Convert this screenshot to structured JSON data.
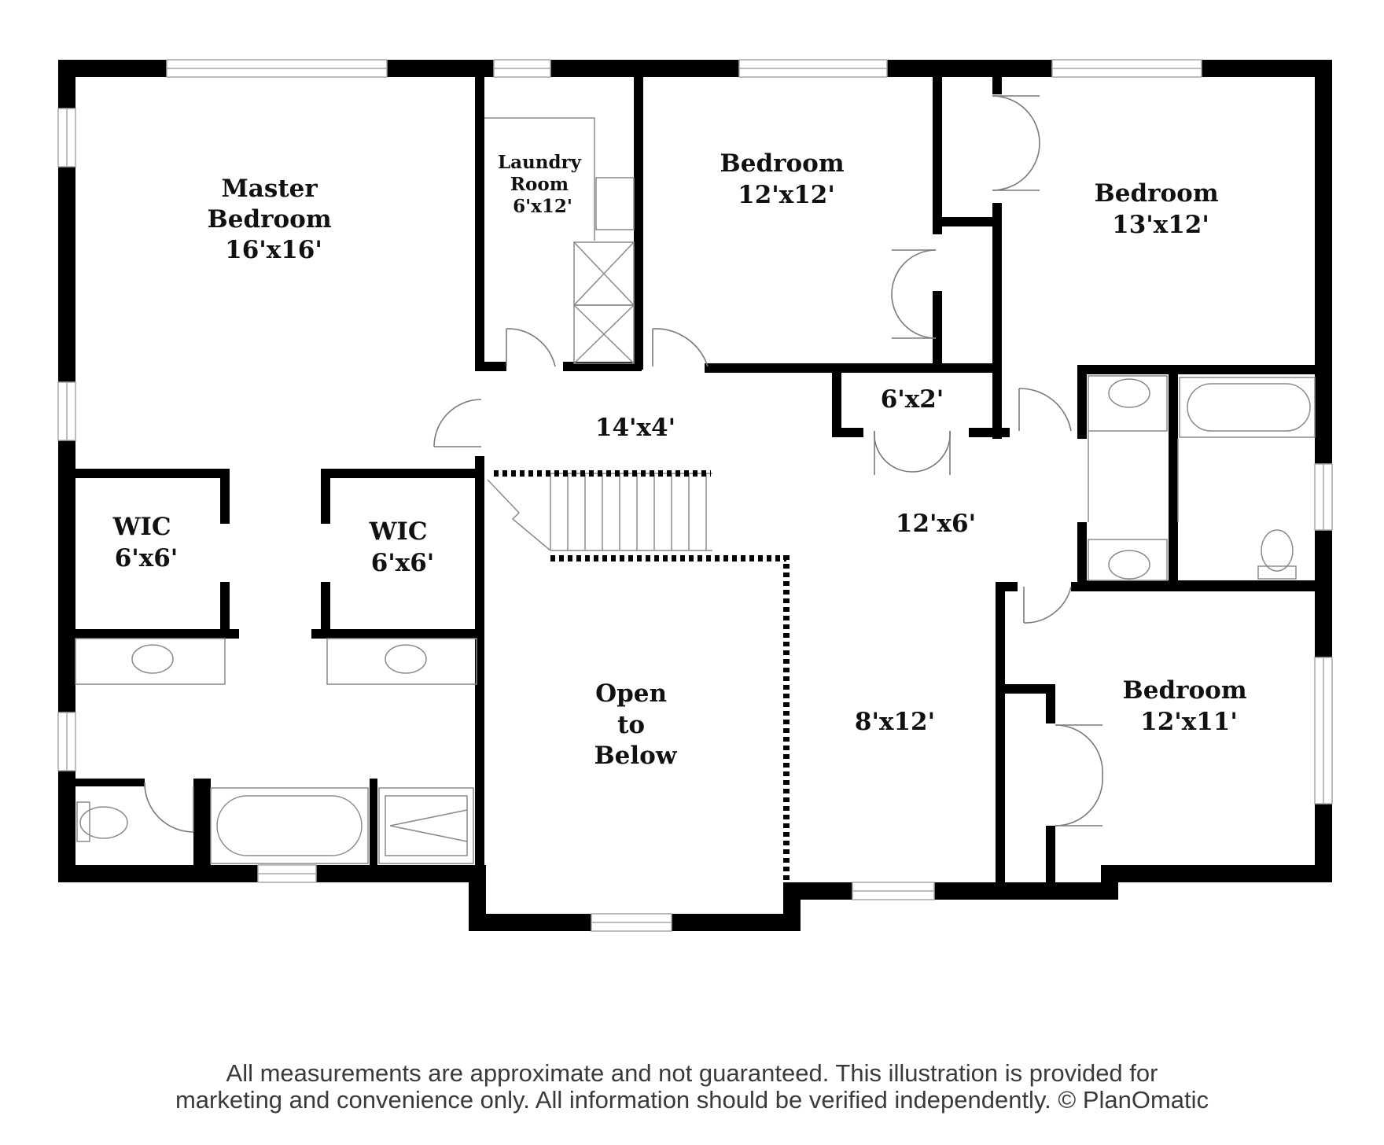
{
  "rooms": {
    "master_bedroom": [
      "Master",
      "Bedroom",
      "16'x16'"
    ],
    "laundry_room": [
      "Laundry",
      "Room",
      "6'x12'"
    ],
    "bedroom_2": [
      "Bedroom",
      "12'x12'"
    ],
    "bedroom_3": [
      "Bedroom",
      "13'x12'"
    ],
    "bedroom_4": [
      "Bedroom",
      "12'x11'"
    ],
    "wic_left": [
      "WIC",
      "6'x6'"
    ],
    "wic_right": [
      "WIC",
      "6'x6'"
    ],
    "hallway_upper": [
      "14'x4'"
    ],
    "linen_closet": [
      "6'x2'"
    ],
    "hallway_mid": [
      "12'x6'"
    ],
    "open_to_below": [
      "Open",
      "to",
      "Below"
    ],
    "hallway_lower": [
      "8'x12'"
    ]
  },
  "disclaimer": {
    "line1": "All measurements are approximate and not guaranteed. This illustration is provided for",
    "line2": "marketing and convenience only. All information should be verified independently. © PlanOmatic"
  },
  "colors": {
    "wall": "#000000",
    "fixture": "#9a9a9a",
    "window": "#b8b8b8",
    "text": "#111111"
  }
}
